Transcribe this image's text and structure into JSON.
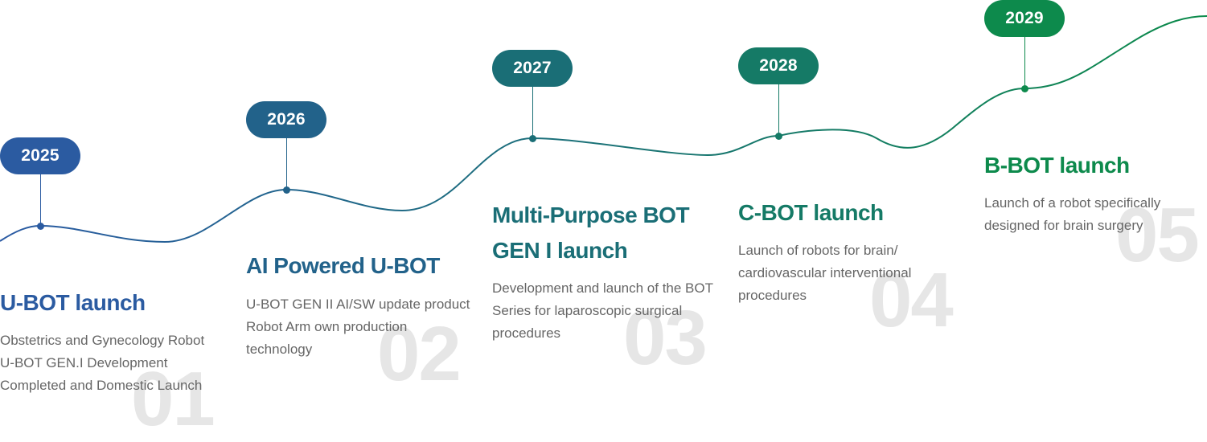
{
  "colors": {
    "gradient_start": "#2a5aa3",
    "gradient_end": "#0b8a4a",
    "number_watermark": "#e6e6e6",
    "description_text": "#666666"
  },
  "milestones": [
    {
      "year": "2025",
      "number": "01",
      "title_lines": [
        "U-BOT launch"
      ],
      "description_lines": [
        "Obstetrics and Gynecology Robot",
        "U-BOT GEN.I Development",
        "Completed and Domestic Launch"
      ],
      "color": "#2b5ba1"
    },
    {
      "year": "2026",
      "number": "02",
      "title_lines": [
        "AI Powered U-BOT"
      ],
      "description_lines": [
        "U-BOT GEN II AI/SW update product",
        "Robot Arm own production",
        "technology"
      ],
      "color": "#22628a"
    },
    {
      "year": "2027",
      "number": "03",
      "title_lines": [
        "Multi-Purpose BOT",
        "GEN I launch"
      ],
      "description_lines": [
        "Development and launch of the BOT",
        "Series for laparoscopic surgical",
        "procedures"
      ],
      "color": "#1a6e76"
    },
    {
      "year": "2028",
      "number": "04",
      "title_lines": [
        "C-BOT launch"
      ],
      "description_lines": [
        "Launch of robots for brain/",
        "cardiovascular interventional",
        "procedures"
      ],
      "color": "#157a66"
    },
    {
      "year": "2029",
      "number": "05",
      "title_lines": [
        "B-BOT launch"
      ],
      "description_lines": [
        "Launch of a robot specifically",
        "designed for brain surgery"
      ],
      "color": "#0d8a4c"
    }
  ]
}
